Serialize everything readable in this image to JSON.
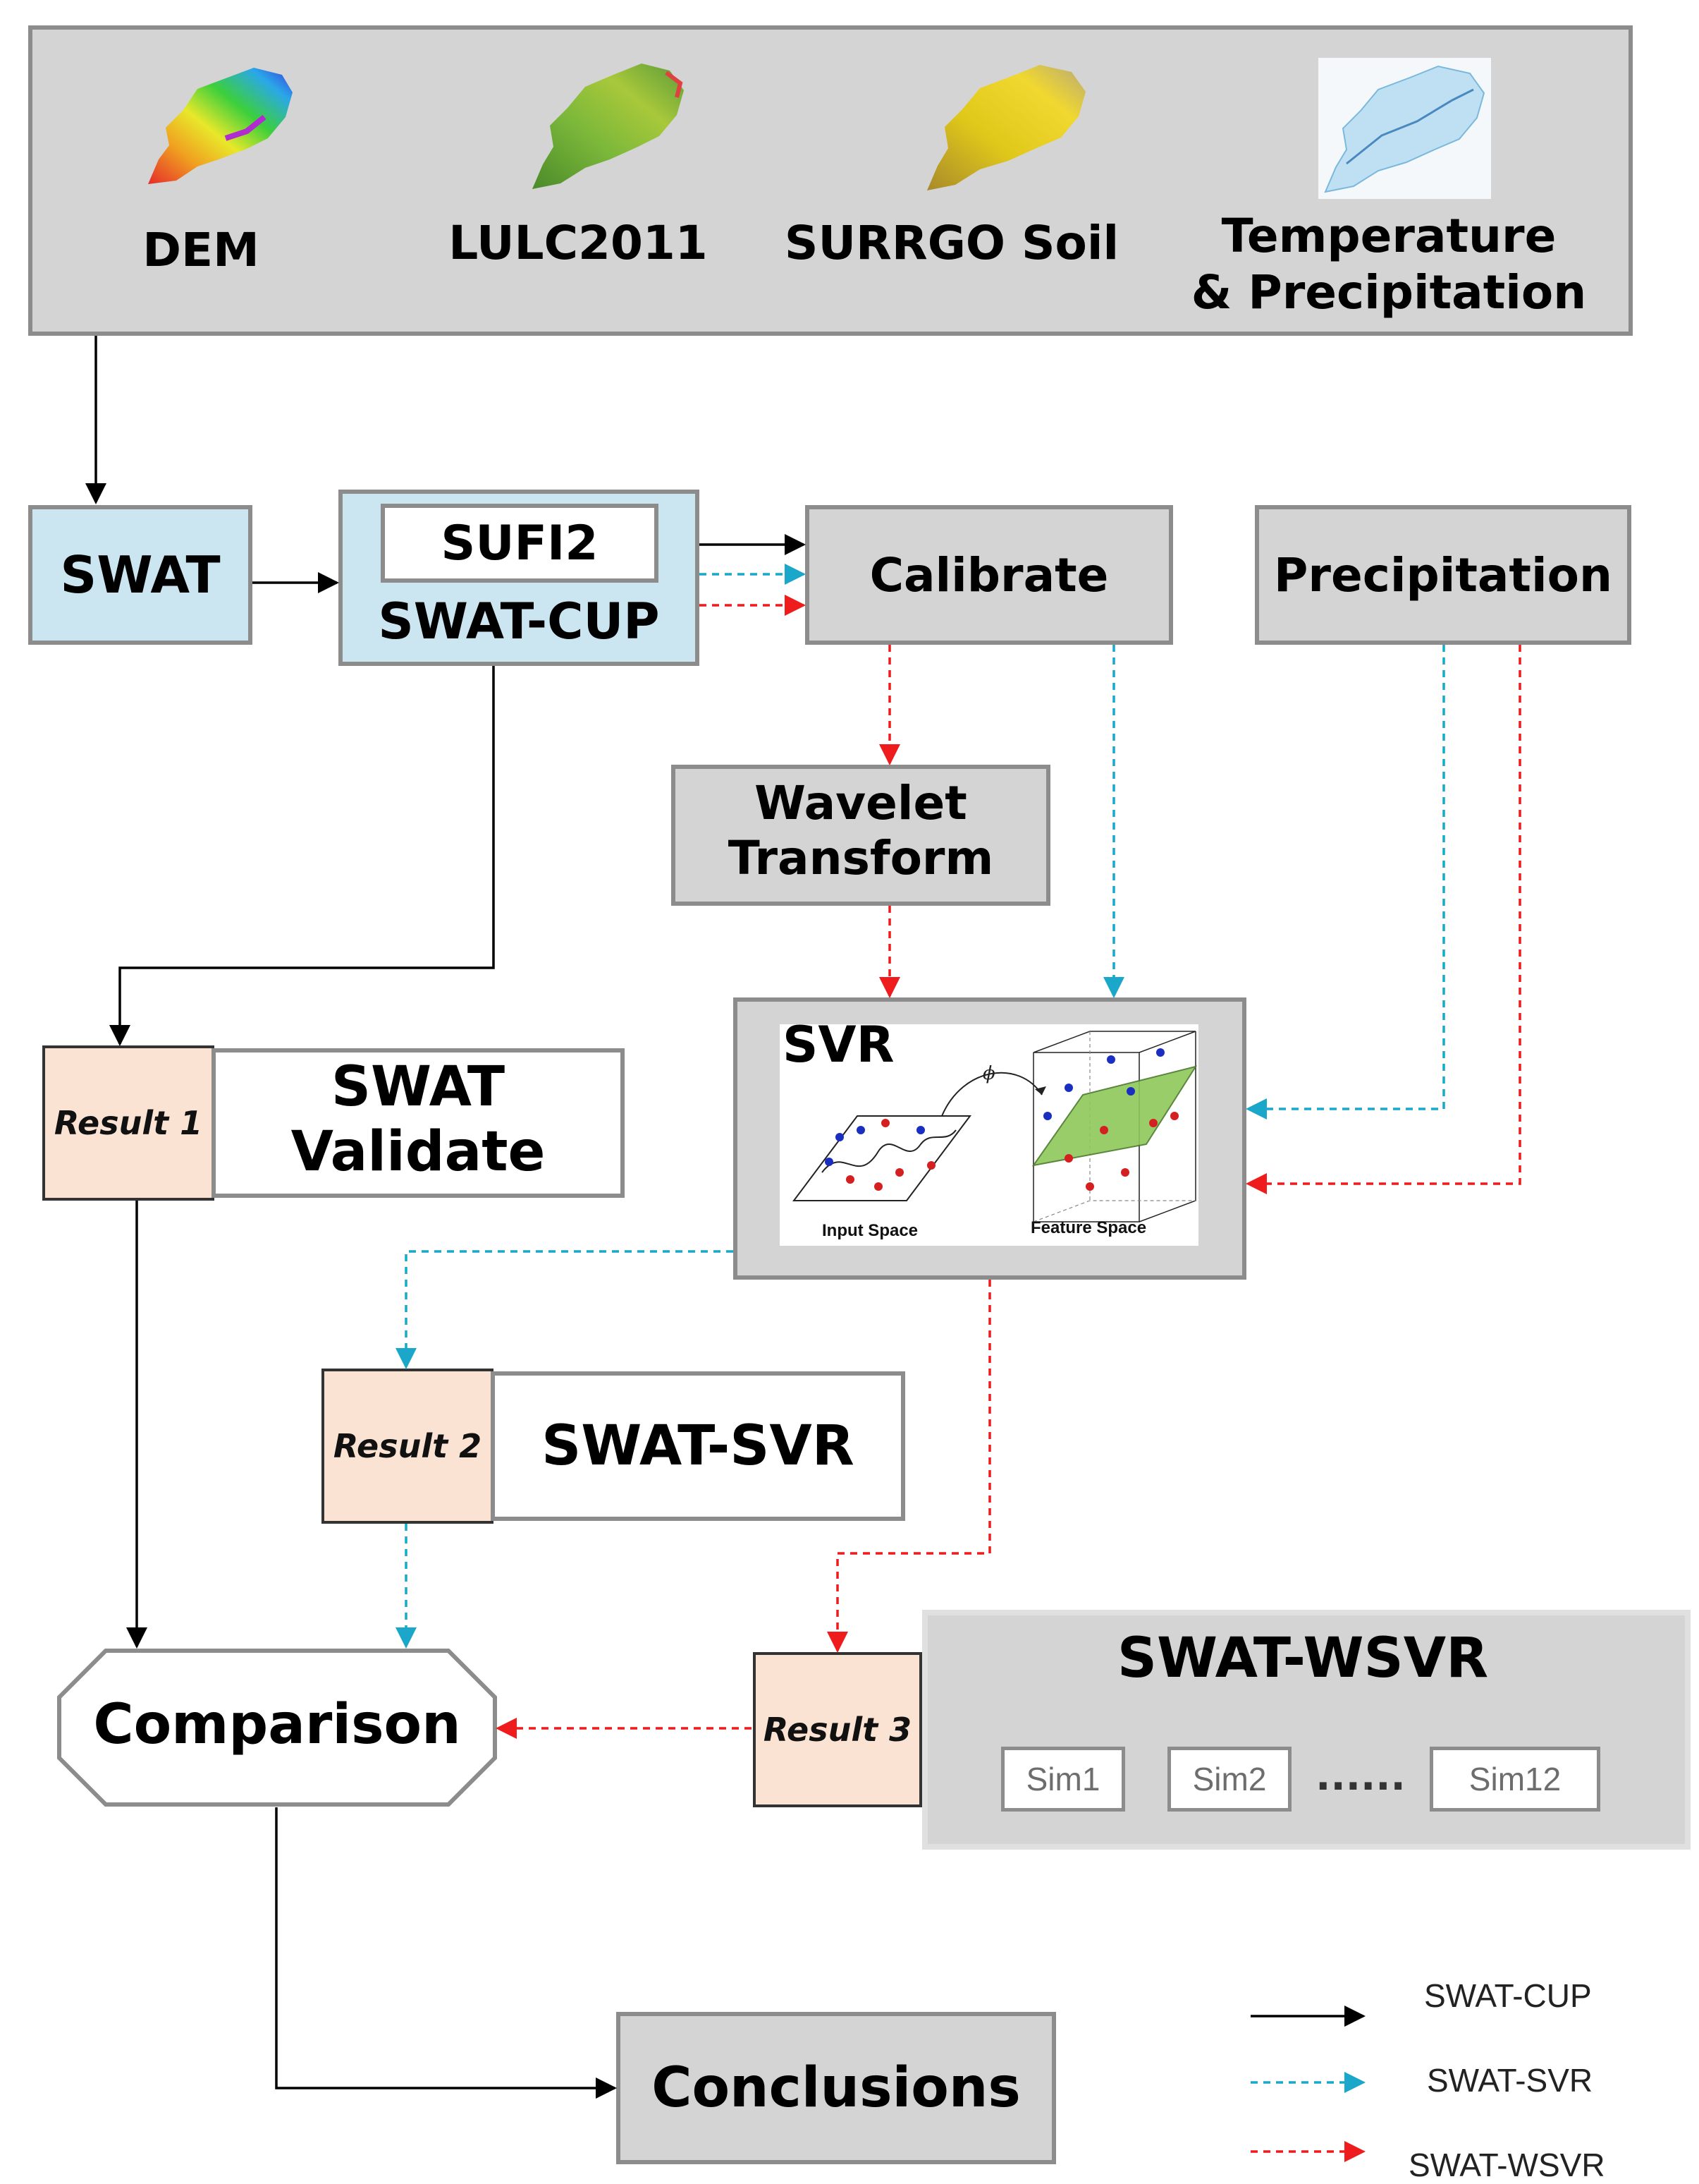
{
  "inputs": {
    "dem": "DEM",
    "lulc": "LULC2011",
    "soil": "SURRGO Soil",
    "climate_line1": "Temperature",
    "climate_line2": "& Precipitation"
  },
  "nodes": {
    "swat": "SWAT",
    "sufi2": "SUFI2",
    "swat_cup": "SWAT-CUP",
    "calibrate": "Calibrate",
    "precipitation": "Precipitation",
    "wavelet_line1": "Wavelet",
    "wavelet_line2": "Transform",
    "svr": "SVR",
    "svr_input_space": "Input Space",
    "svr_feature_space": "Feature Space",
    "svr_phi": "ϕ",
    "result1": "Result 1",
    "swat_validate_line1": "SWAT",
    "swat_validate_line2": "Validate",
    "result2": "Result 2",
    "swat_svr": "SWAT-SVR",
    "result3": "Result 3",
    "swat_wsvr": "SWAT-WSVR",
    "sim1": "Sim1",
    "sim2": "Sim2",
    "dots": "......",
    "sim12": "Sim12",
    "comparison": "Comparison",
    "conclusions": "Conclusions"
  },
  "legend": [
    {
      "label": "SWAT-CUP",
      "color": "#000000",
      "style": "solid"
    },
    {
      "label": "SWAT-SVR",
      "color": "#1aa7c9",
      "style": "dashed"
    },
    {
      "label": "SWAT-WSVR",
      "color": "#ee1c1c",
      "style": "dashed"
    }
  ]
}
